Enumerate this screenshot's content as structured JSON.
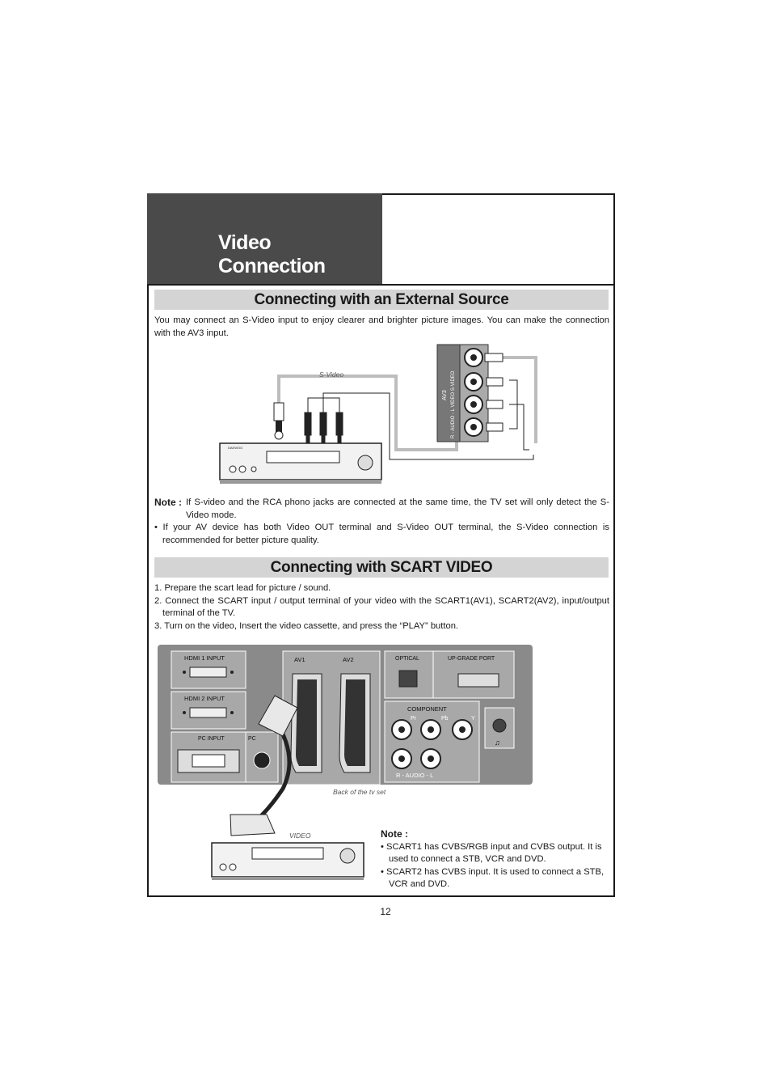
{
  "page": {
    "title": "Video Connection",
    "page_number": "12"
  },
  "section1": {
    "heading": "Connecting with an External Source",
    "intro": "You may connect an S-Video input to enjoy clearer and brighter picture images. You can make the connection with the AV3 input.",
    "diagram": {
      "svideo_label": "S-Video",
      "panel_label": "AV3",
      "jack_labels": "R - AUDIO - L    VIDEO    S-VIDEO",
      "vcr_brand": "DAEWOO"
    },
    "note_label": "Note :",
    "note_text": "If S-video and the RCA phono jacks are connected at the same time, the TV set will only detect the S-Video mode.",
    "note_bullet": "• If your AV device has both Video OUT terminal and S-Video OUT terminal, the S-Video connection is recommended for better picture quality."
  },
  "section2": {
    "heading": "Connecting with SCART VIDEO",
    "steps": [
      "1. Prepare the scart lead for picture / sound.",
      "2. Connect the SCART input / output terminal of your video with the SCART1(AV1), SCART2(AV2), input/output terminal of  the TV.",
      "3. Turn on the video, Insert the video cassette, and press the “PLAY” button."
    ],
    "diagram": {
      "hdmi1": "HDMI 1  INPUT",
      "hdmi2": "HDMI 2  INPUT",
      "pc_input": "PC INPUT",
      "pc_audio": "PC",
      "av1": "AV1",
      "av2": "AV2",
      "optical": "OPTICAL",
      "upgrade": "UP-GRADE PORT",
      "component": "COMPONENT",
      "pr": "Pr",
      "pb": "Pb",
      "y": "Y",
      "audio": "R - AUDIO - L",
      "back_caption": "Back of the tv set",
      "video_caption": "VIDEO"
    },
    "note_label": "Note :",
    "notes": [
      "• SCART1 has CVBS/RGB input and CVBS output. It is used to connect a STB, VCR and DVD.",
      "• SCART2 has CVBS input. It is used to connect a STB, VCR and DVD."
    ]
  }
}
